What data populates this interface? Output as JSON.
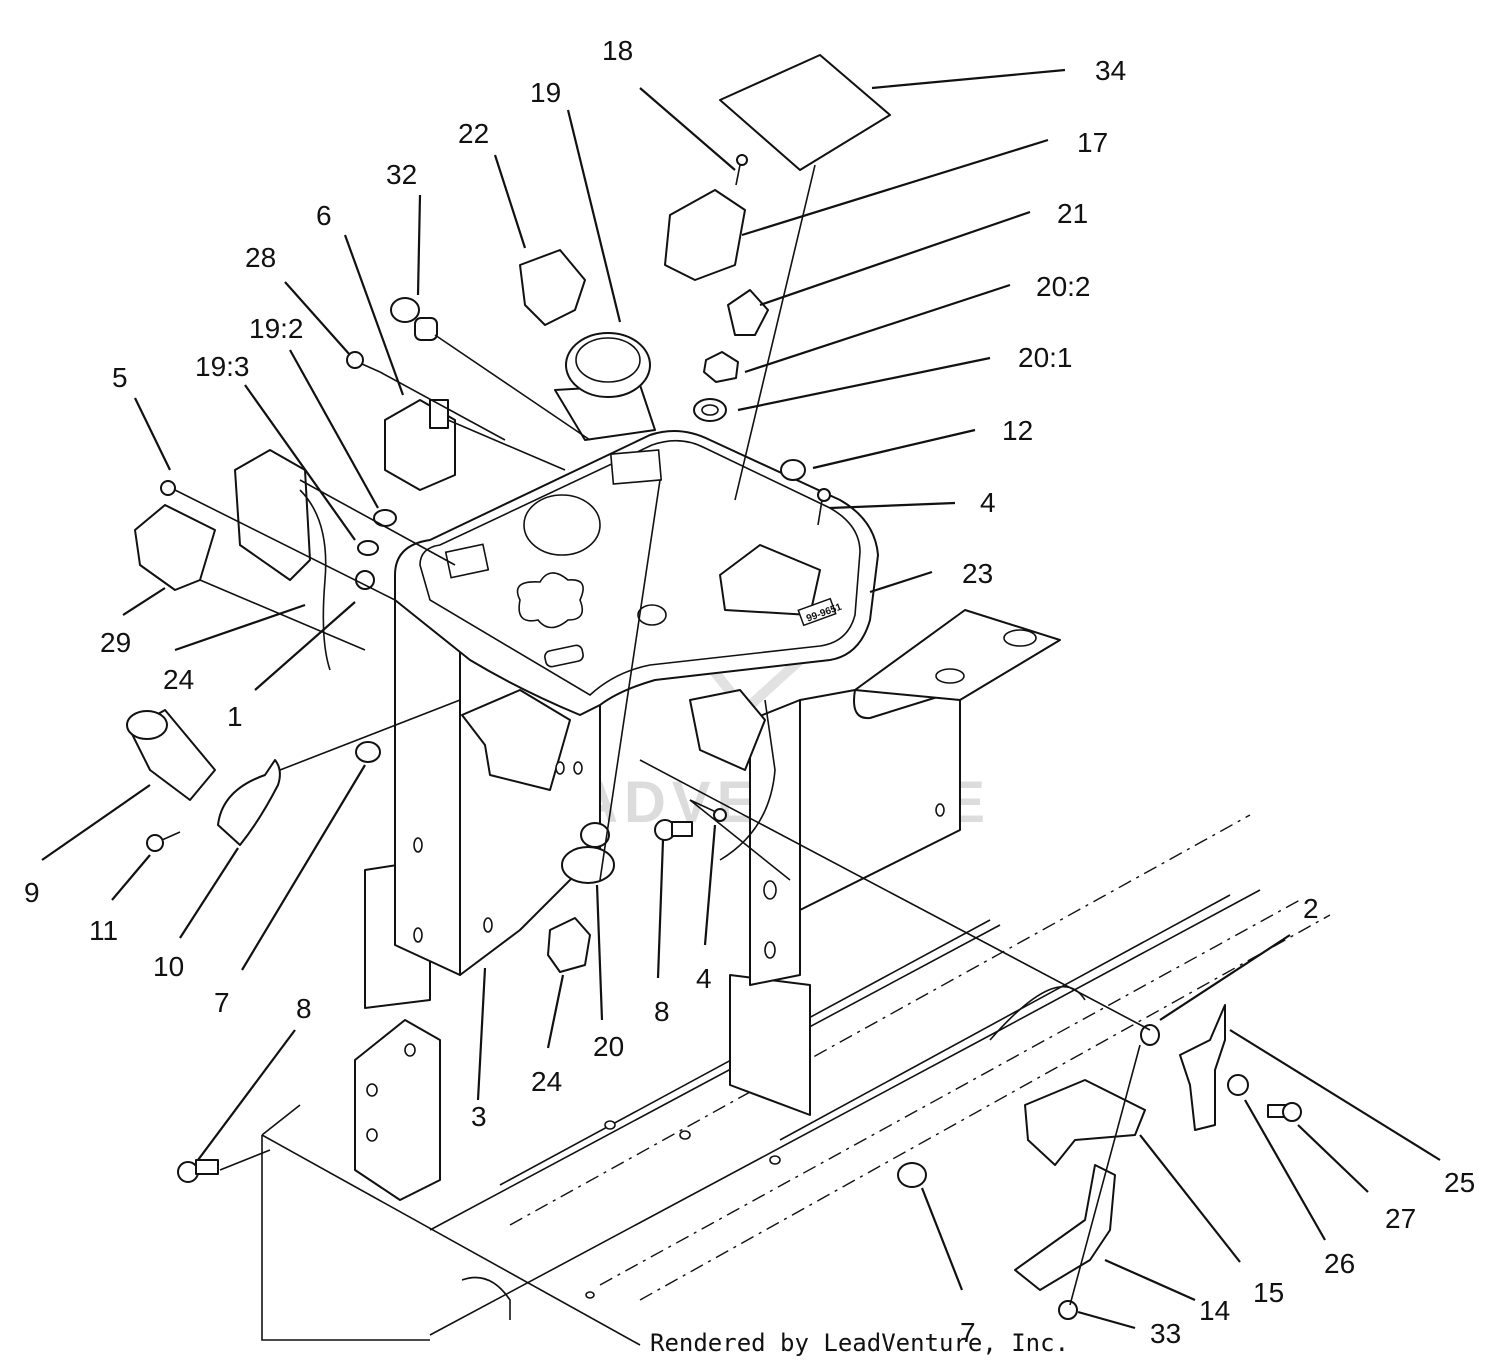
{
  "callouts": [
    {
      "id": "c34",
      "text": "34"
    },
    {
      "id": "c18",
      "text": "18"
    },
    {
      "id": "c19",
      "text": "19"
    },
    {
      "id": "c17",
      "text": "17"
    },
    {
      "id": "c22",
      "text": "22"
    },
    {
      "id": "c21",
      "text": "21"
    },
    {
      "id": "c32",
      "text": "32"
    },
    {
      "id": "c6",
      "text": "6"
    },
    {
      "id": "c20_2",
      "text": "20:2"
    },
    {
      "id": "c28",
      "text": "28"
    },
    {
      "id": "c20_1",
      "text": "20:1"
    },
    {
      "id": "c19_2",
      "text": "19:2"
    },
    {
      "id": "c5",
      "text": "5"
    },
    {
      "id": "c19_3",
      "text": "19:3"
    },
    {
      "id": "c12",
      "text": "12"
    },
    {
      "id": "c4a",
      "text": "4"
    },
    {
      "id": "c23",
      "text": "23"
    },
    {
      "id": "c29",
      "text": "29"
    },
    {
      "id": "c24a",
      "text": "24"
    },
    {
      "id": "c1",
      "text": "1"
    },
    {
      "id": "c9",
      "text": "9"
    },
    {
      "id": "c11",
      "text": "11"
    },
    {
      "id": "c10",
      "text": "10"
    },
    {
      "id": "c7a",
      "text": "7"
    },
    {
      "id": "c8a",
      "text": "8"
    },
    {
      "id": "c3",
      "text": "3"
    },
    {
      "id": "c24b",
      "text": "24"
    },
    {
      "id": "c20",
      "text": "20"
    },
    {
      "id": "c8b",
      "text": "8"
    },
    {
      "id": "c4b",
      "text": "4"
    },
    {
      "id": "c2",
      "text": "2"
    },
    {
      "id": "c25",
      "text": "25"
    },
    {
      "id": "c27",
      "text": "27"
    },
    {
      "id": "c26",
      "text": "26"
    },
    {
      "id": "c15",
      "text": "15"
    },
    {
      "id": "c14",
      "text": "14"
    },
    {
      "id": "c33",
      "text": "33"
    },
    {
      "id": "c7b",
      "text": "7"
    }
  ],
  "watermark": "LEADVENTURE",
  "decal_text": "99-9651",
  "credit": "Rendered by LeadVenture, Inc."
}
